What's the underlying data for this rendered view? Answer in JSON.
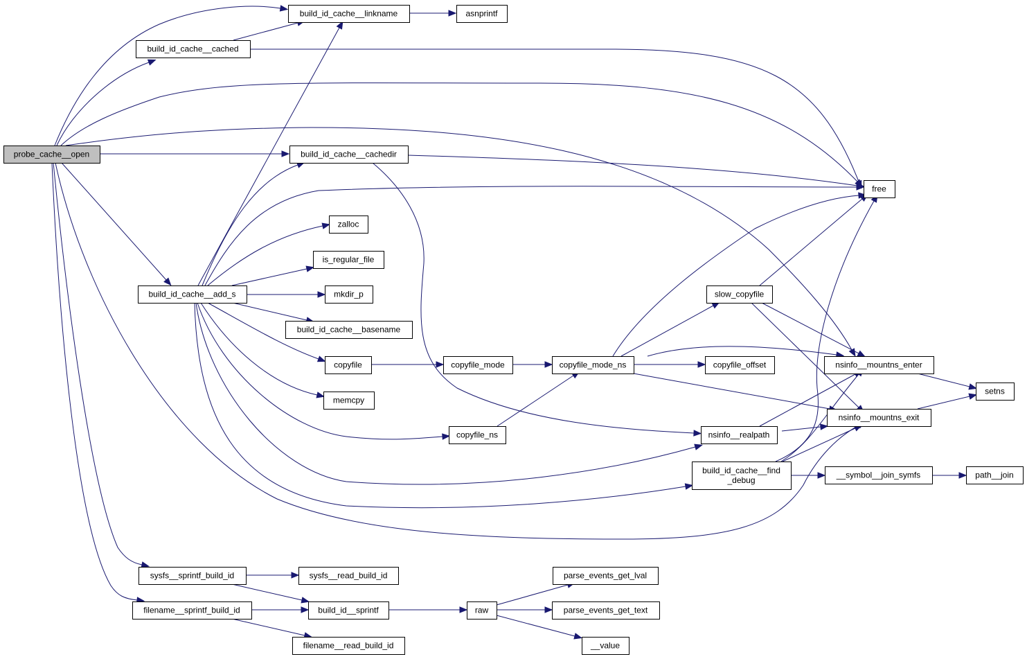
{
  "diagram": {
    "type": "call-graph",
    "root": "probe_cache__open",
    "colors": {
      "edge": "#191970",
      "root_fill": "#bfbfbf",
      "node_fill": "#ffffff",
      "node_border": "#000000"
    },
    "nodes": [
      {
        "id": "probe_cache__open",
        "lines": [
          "probe_cache__open"
        ],
        "root": true
      },
      {
        "id": "build_id_cache__linkname",
        "lines": [
          "build_id_cache__linkname"
        ]
      },
      {
        "id": "asnprintf",
        "lines": [
          "asnprintf"
        ]
      },
      {
        "id": "build_id_cache__cached",
        "lines": [
          "build_id_cache__cached"
        ]
      },
      {
        "id": "build_id_cache__cachedir",
        "lines": [
          "build_id_cache__cachedir"
        ]
      },
      {
        "id": "free",
        "lines": [
          "free"
        ]
      },
      {
        "id": "zalloc",
        "lines": [
          "zalloc"
        ]
      },
      {
        "id": "is_regular_file",
        "lines": [
          "is_regular_file"
        ]
      },
      {
        "id": "build_id_cache__add_s",
        "lines": [
          "build_id_cache__add_s"
        ]
      },
      {
        "id": "mkdir_p",
        "lines": [
          "mkdir_p"
        ]
      },
      {
        "id": "build_id_cache__basename",
        "lines": [
          "build_id_cache__basename"
        ]
      },
      {
        "id": "copyfile",
        "lines": [
          "copyfile"
        ]
      },
      {
        "id": "copyfile_mode",
        "lines": [
          "copyfile_mode"
        ]
      },
      {
        "id": "copyfile_mode_ns",
        "lines": [
          "copyfile_mode_ns"
        ]
      },
      {
        "id": "slow_copyfile",
        "lines": [
          "slow_copyfile"
        ]
      },
      {
        "id": "copyfile_offset",
        "lines": [
          "copyfile_offset"
        ]
      },
      {
        "id": "nsinfo__mountns_enter",
        "lines": [
          "nsinfo__mountns_enter"
        ]
      },
      {
        "id": "setns",
        "lines": [
          "setns"
        ]
      },
      {
        "id": "nsinfo__mountns_exit",
        "lines": [
          "nsinfo__mountns_exit"
        ]
      },
      {
        "id": "memcpy",
        "lines": [
          "memcpy"
        ]
      },
      {
        "id": "copyfile_ns",
        "lines": [
          "copyfile_ns"
        ]
      },
      {
        "id": "nsinfo__realpath",
        "lines": [
          "nsinfo__realpath"
        ]
      },
      {
        "id": "build_id_cache__find_debug",
        "lines": [
          "build_id_cache__find",
          "_debug"
        ]
      },
      {
        "id": "__symbol__join_symfs",
        "lines": [
          "__symbol__join_symfs"
        ]
      },
      {
        "id": "path__join",
        "lines": [
          "path__join"
        ]
      },
      {
        "id": "sysfs__sprintf_build_id",
        "lines": [
          "sysfs__sprintf_build_id"
        ]
      },
      {
        "id": "sysfs__read_build_id",
        "lines": [
          "sysfs__read_build_id"
        ]
      },
      {
        "id": "filename__sprintf_build_id",
        "lines": [
          "filename__sprintf_build_id"
        ]
      },
      {
        "id": "build_id__sprintf",
        "lines": [
          "build_id__sprintf"
        ]
      },
      {
        "id": "filename__read_build_id",
        "lines": [
          "filename__read_build_id"
        ]
      },
      {
        "id": "raw",
        "lines": [
          "raw"
        ]
      },
      {
        "id": "parse_events_get_lval",
        "lines": [
          "parse_events_get_lval"
        ]
      },
      {
        "id": "parse_events_get_text",
        "lines": [
          "parse_events_get_text"
        ]
      },
      {
        "id": "__value",
        "lines": [
          "__value"
        ]
      }
    ],
    "edges": [
      [
        "probe_cache__open",
        "build_id_cache__linkname"
      ],
      [
        "probe_cache__open",
        "build_id_cache__cached"
      ],
      [
        "probe_cache__open",
        "free"
      ],
      [
        "probe_cache__open",
        "nsinfo__mountns_enter"
      ],
      [
        "probe_cache__open",
        "build_id_cache__cachedir"
      ],
      [
        "probe_cache__open",
        "build_id_cache__add_s"
      ],
      [
        "probe_cache__open",
        "nsinfo__mountns_exit"
      ],
      [
        "probe_cache__open",
        "sysfs__sprintf_build_id"
      ],
      [
        "probe_cache__open",
        "filename__sprintf_build_id"
      ],
      [
        "build_id_cache__linkname",
        "asnprintf"
      ],
      [
        "build_id_cache__cached",
        "build_id_cache__linkname"
      ],
      [
        "build_id_cache__cached",
        "free"
      ],
      [
        "build_id_cache__cachedir",
        "free"
      ],
      [
        "build_id_cache__cachedir",
        "nsinfo__realpath"
      ],
      [
        "build_id_cache__add_s",
        "build_id_cache__linkname"
      ],
      [
        "build_id_cache__add_s",
        "build_id_cache__cachedir"
      ],
      [
        "build_id_cache__add_s",
        "free"
      ],
      [
        "build_id_cache__add_s",
        "zalloc"
      ],
      [
        "build_id_cache__add_s",
        "is_regular_file"
      ],
      [
        "build_id_cache__add_s",
        "mkdir_p"
      ],
      [
        "build_id_cache__add_s",
        "build_id_cache__basename"
      ],
      [
        "build_id_cache__add_s",
        "copyfile"
      ],
      [
        "build_id_cache__add_s",
        "memcpy"
      ],
      [
        "build_id_cache__add_s",
        "copyfile_ns"
      ],
      [
        "build_id_cache__add_s",
        "nsinfo__realpath"
      ],
      [
        "build_id_cache__add_s",
        "build_id_cache__find_debug"
      ],
      [
        "copyfile",
        "copyfile_mode"
      ],
      [
        "copyfile_mode",
        "copyfile_mode_ns"
      ],
      [
        "copyfile_ns",
        "copyfile_mode_ns"
      ],
      [
        "copyfile_mode_ns",
        "free"
      ],
      [
        "copyfile_mode_ns",
        "slow_copyfile"
      ],
      [
        "copyfile_mode_ns",
        "nsinfo__mountns_enter"
      ],
      [
        "copyfile_mode_ns",
        "copyfile_offset"
      ],
      [
        "copyfile_mode_ns",
        "nsinfo__mountns_exit"
      ],
      [
        "slow_copyfile",
        "free"
      ],
      [
        "slow_copyfile",
        "nsinfo__mountns_enter"
      ],
      [
        "slow_copyfile",
        "nsinfo__mountns_exit"
      ],
      [
        "nsinfo__mountns_enter",
        "setns"
      ],
      [
        "nsinfo__mountns_exit",
        "setns"
      ],
      [
        "nsinfo__realpath",
        "nsinfo__mountns_enter"
      ],
      [
        "nsinfo__realpath",
        "nsinfo__mountns_exit"
      ],
      [
        "build_id_cache__find_debug",
        "free"
      ],
      [
        "build_id_cache__find_debug",
        "nsinfo__mountns_enter"
      ],
      [
        "build_id_cache__find_debug",
        "nsinfo__mountns_exit"
      ],
      [
        "build_id_cache__find_debug",
        "__symbol__join_symfs"
      ],
      [
        "__symbol__join_symfs",
        "path__join"
      ],
      [
        "sysfs__sprintf_build_id",
        "sysfs__read_build_id"
      ],
      [
        "sysfs__sprintf_build_id",
        "build_id__sprintf"
      ],
      [
        "filename__sprintf_build_id",
        "build_id__sprintf"
      ],
      [
        "filename__sprintf_build_id",
        "filename__read_build_id"
      ],
      [
        "build_id__sprintf",
        "raw"
      ],
      [
        "raw",
        "parse_events_get_lval"
      ],
      [
        "raw",
        "parse_events_get_text"
      ],
      [
        "raw",
        "__value"
      ]
    ]
  }
}
